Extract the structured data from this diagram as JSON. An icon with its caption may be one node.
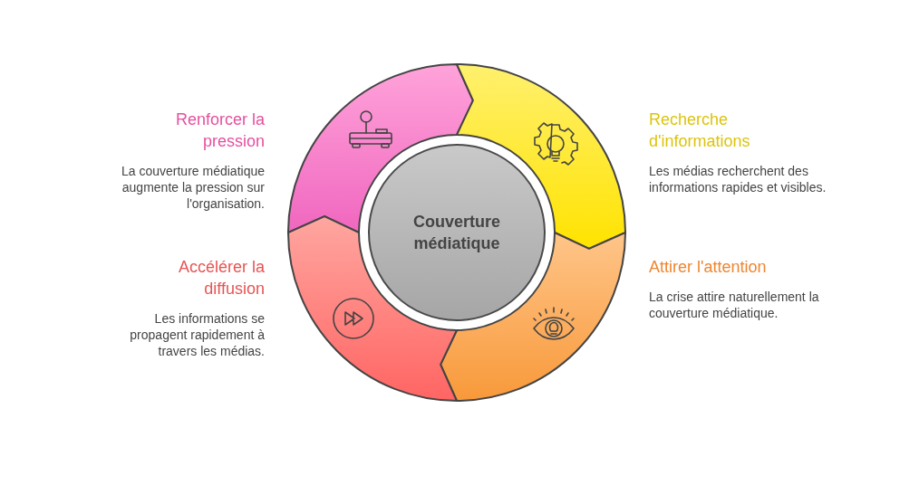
{
  "diagram": {
    "nodes": [
      {
        "text": [
          "Couverture médiatique"
        ]
      },
      {
        "text": [
          "Renforcer la pression",
          "La couverture médiatique augmente la pression sur l'organisation."
        ]
      },
      {
        "text": [
          "Recherche d'informations",
          "Les médias recherchent des informations rapides et visibles."
        ]
      },
      {
        "text": [
          "Accélérer la diffusion",
          "Les informations se propagent rapidement à travers les médias."
        ]
      },
      {
        "text": [
          "Attirer l'attention",
          "La crise attire naturellement la couverture médiatique."
        ]
      }
    ]
  }
}
